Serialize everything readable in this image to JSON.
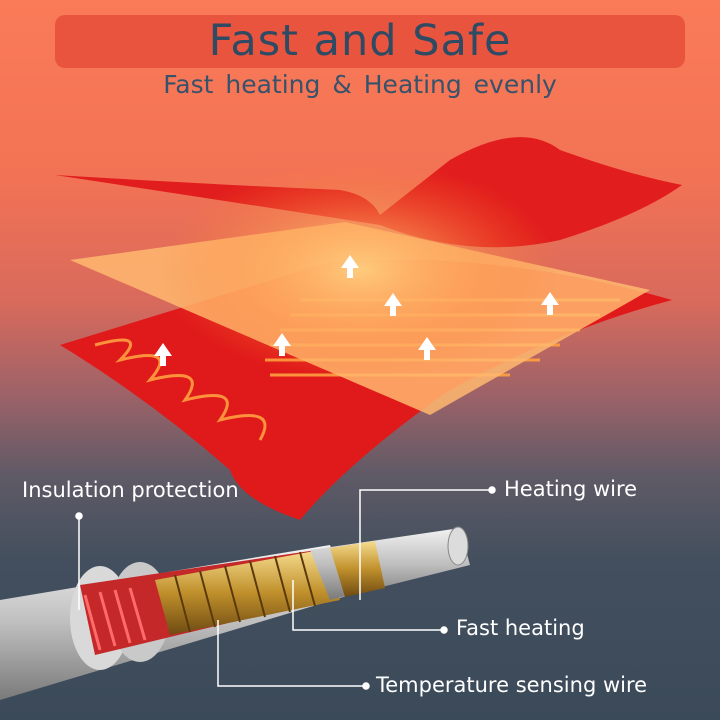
{
  "header": {
    "title": "Fast and Safe",
    "subtitle": "Fast heating   &   Heating evenly"
  },
  "labels": {
    "insulation": "Insulation protection",
    "heating_wire": "Heating wire",
    "fast_heating": "Fast heating",
    "temp_wire": "Temperature sensing wire"
  },
  "colors": {
    "banner": "#e9543f",
    "title_text": "#2f4a63",
    "pad_red": "#e11d1d",
    "wire_orange": "#ff8a30"
  }
}
